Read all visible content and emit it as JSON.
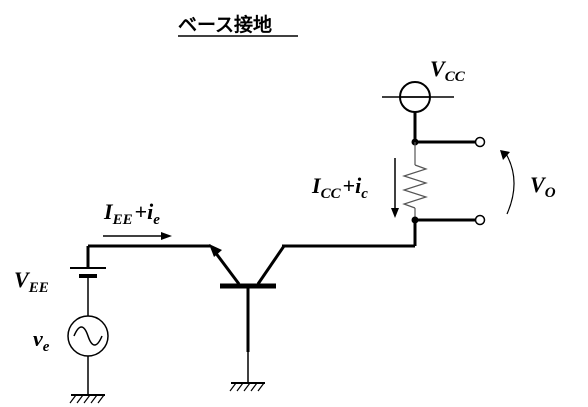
{
  "title": "ベース接地",
  "labels": {
    "vcc": {
      "main": "V",
      "sub": "CC"
    },
    "vee": {
      "main": "V",
      "sub": "EE"
    },
    "ve": {
      "main": "v",
      "sub": "e"
    },
    "vo": {
      "main": "V",
      "sub": "O"
    },
    "iee_term": {
      "main": "I",
      "sub": "EE"
    },
    "ie_term": {
      "main": "i",
      "sub": "e"
    },
    "icc_term": {
      "main": "I",
      "sub": "CC"
    },
    "ic_term": {
      "main": "i",
      "sub": "c"
    },
    "plus": "+"
  }
}
